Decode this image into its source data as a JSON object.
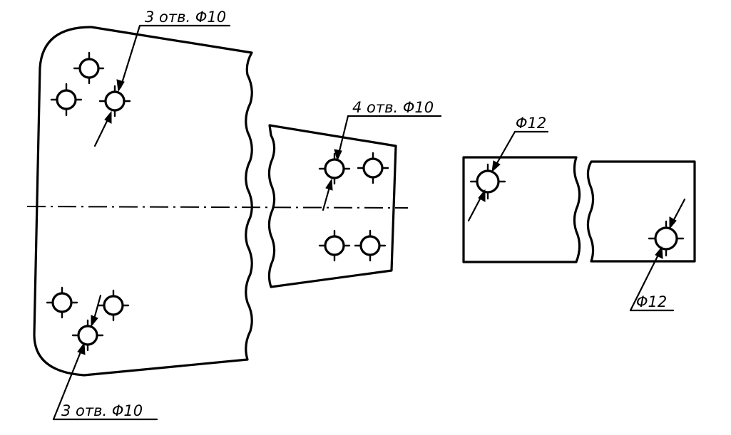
{
  "labels": {
    "plate1_top_holes": "3 отв. Φ10",
    "plate1_bottom_holes": "3 отв. Φ10",
    "plate2_holes": "4 отв. Φ10",
    "square_left_hole": "Φ12",
    "square_right_hole": "Φ12"
  }
}
